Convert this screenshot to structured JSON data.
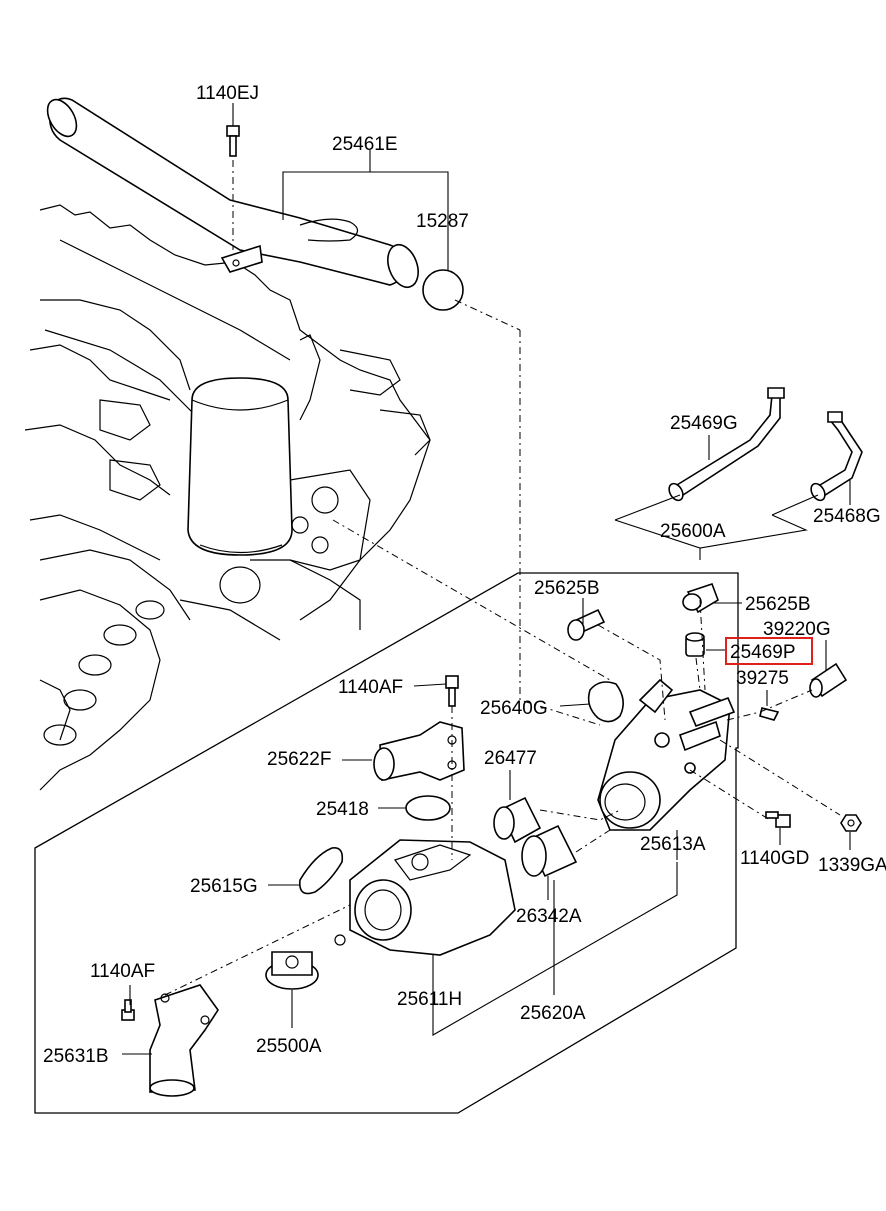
{
  "labels": {
    "p1140EJ": "1140EJ",
    "p25461E": "25461E",
    "p15287": "15287",
    "p25469G": "25469G",
    "p25468G": "25468G",
    "p25600A": "25600A",
    "p25625B_left": "25625B",
    "p25625B_right": "25625B",
    "p39220G": "39220G",
    "p25469P": "25469P",
    "p39275": "39275",
    "p1140AF_top": "1140AF",
    "p25640G": "25640G",
    "p25622F": "25622F",
    "p26477": "26477",
    "p25418": "25418",
    "p25613A": "25613A",
    "p1140GD": "1140GD",
    "p1339GA": "1339GA",
    "p25615G": "25615G",
    "p26342A": "26342A",
    "p1140AF_bottom": "1140AF",
    "p25611H": "25611H",
    "p25620A": "25620A",
    "p25631B": "25631B",
    "p25500A": "25500A"
  },
  "highlight": {
    "part": "p25469P",
    "color": "#e0201b"
  }
}
